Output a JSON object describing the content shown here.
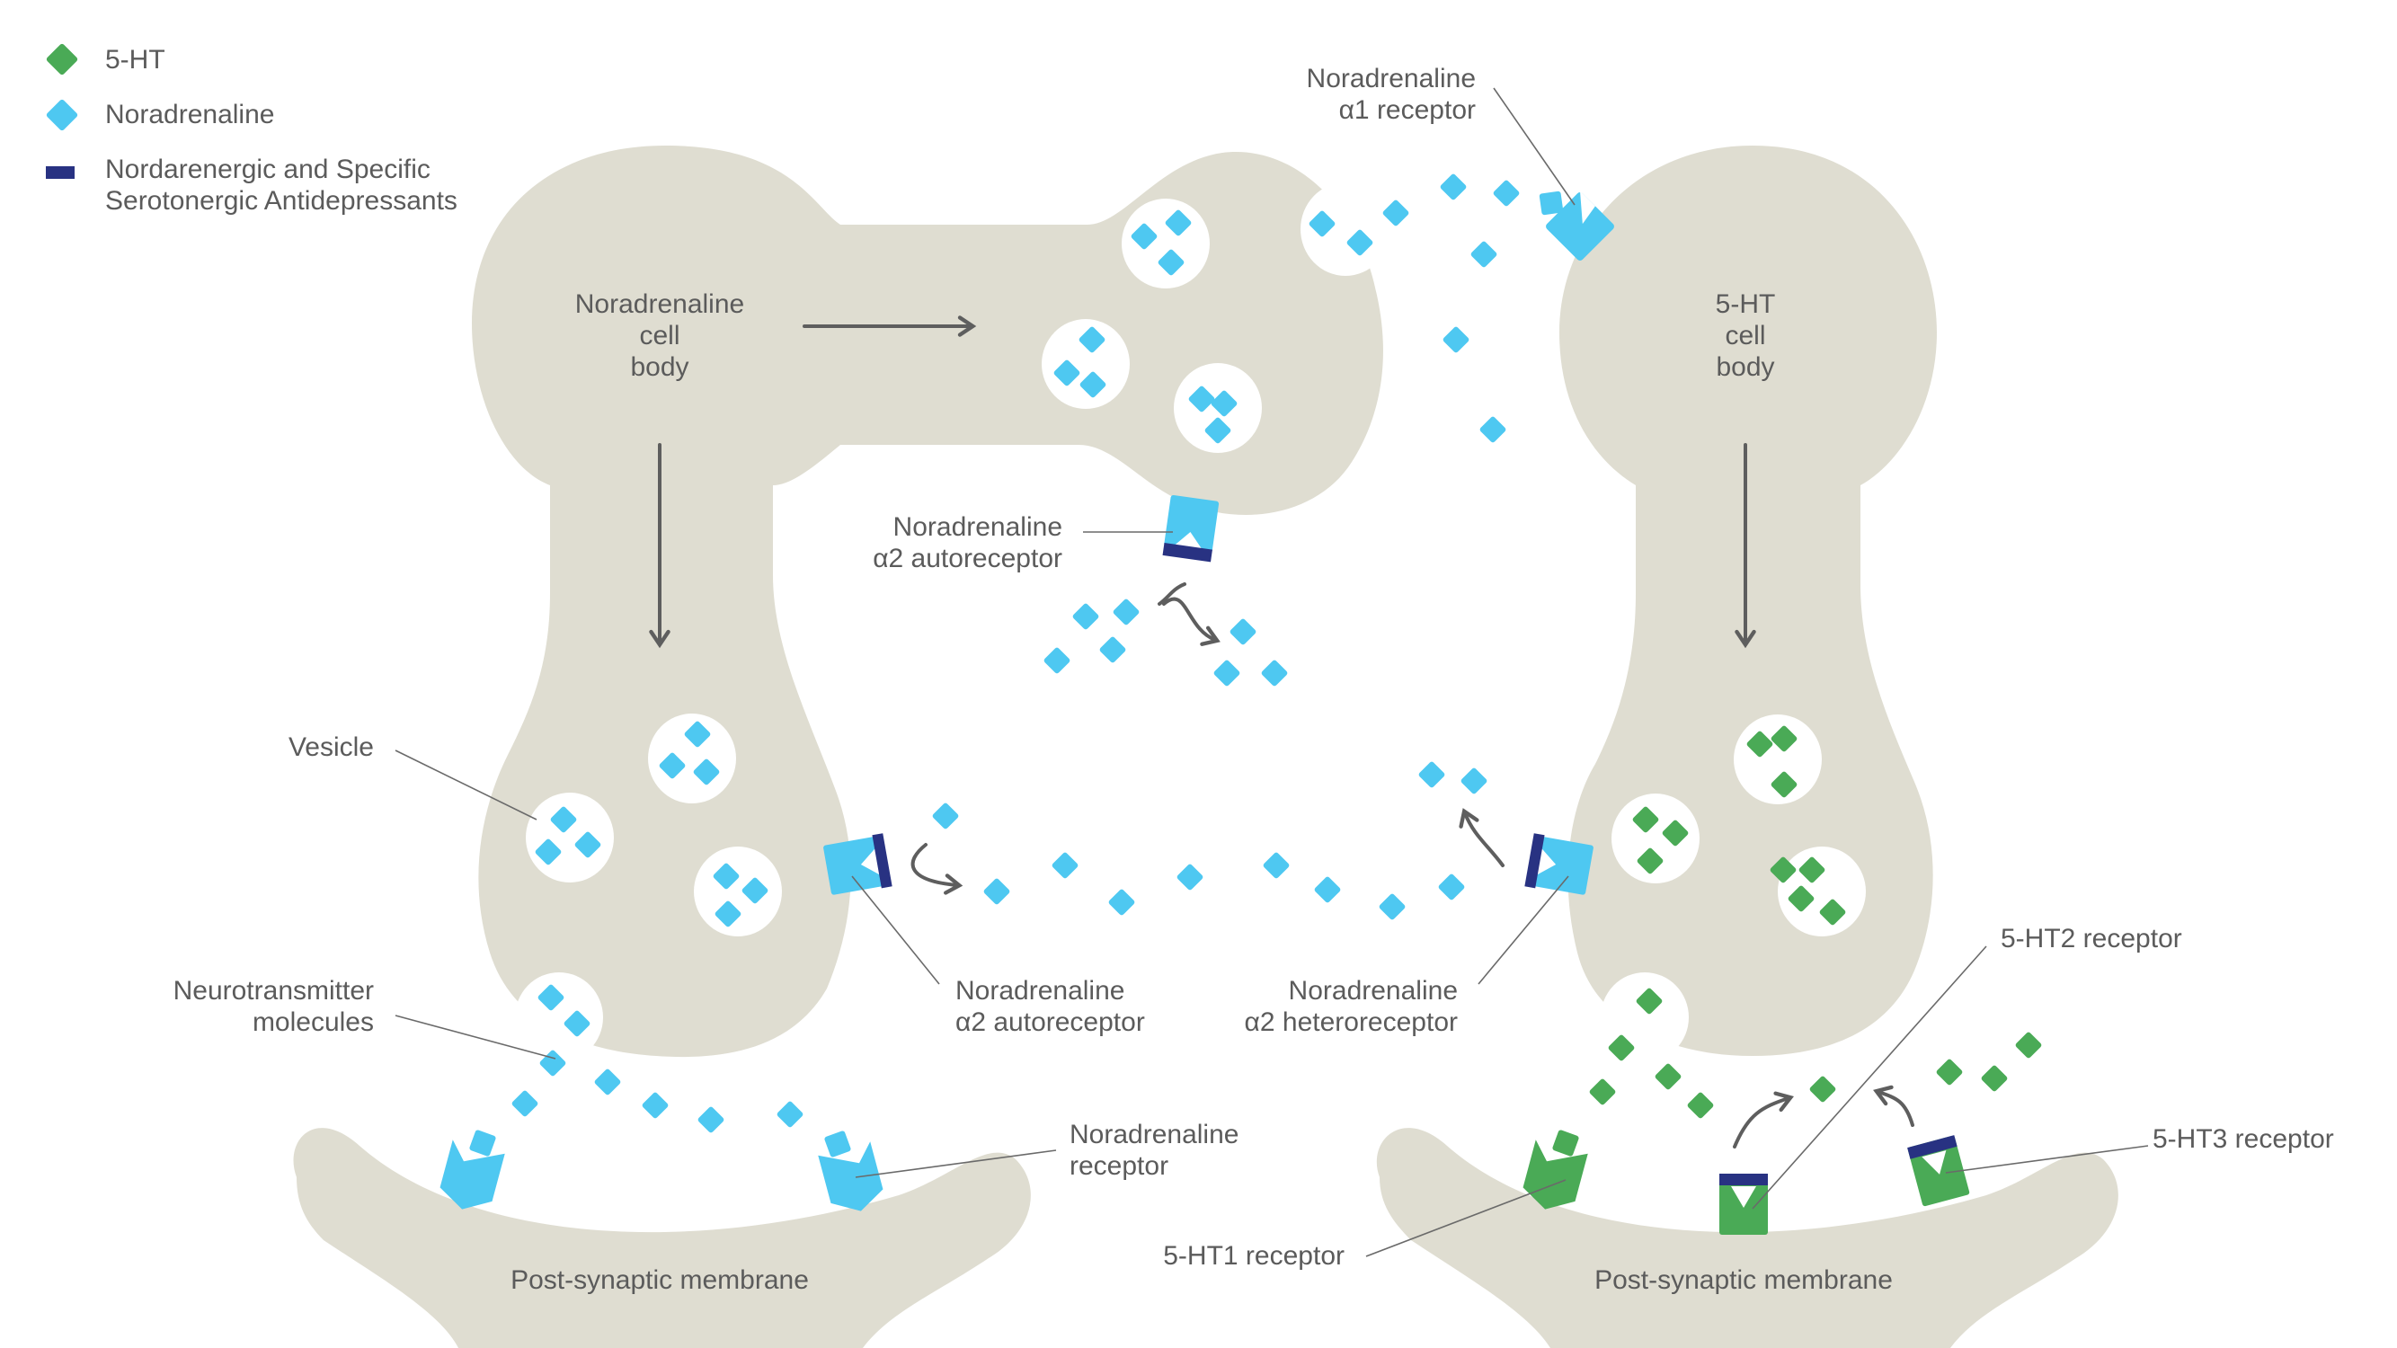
{
  "colors": {
    "cell": "#dfddd1",
    "noradrenaline": "#4ec8f1",
    "serotonin": "#4aaa56",
    "antidepressant": "#283282",
    "text": "#5b5b5b"
  },
  "legend": {
    "items": [
      {
        "label": "5-HT",
        "symbol": "green-diamond"
      },
      {
        "label": "Noradrenaline",
        "symbol": "cyan-diamond"
      },
      {
        "label_line1": "Nordarenergic and Specific",
        "label_line2": "Serotonergic Antidepressants",
        "symbol": "navy-bar"
      }
    ]
  },
  "cells": {
    "noradrenaline_body": {
      "line1": "Noradrenaline",
      "line2": "cell",
      "line3": "body"
    },
    "serotonin_body": {
      "line1": "5-HT",
      "line2": "cell",
      "line3": "body"
    },
    "post_synaptic_left": "Post-synaptic membrane",
    "post_synaptic_right": "Post-synaptic membrane"
  },
  "labels": {
    "alpha1_receptor": {
      "line1": "Noradrenaline",
      "line2": "α1 receptor"
    },
    "alpha2_auto_top": {
      "line1": "Noradrenaline",
      "line2": "α2 autoreceptor"
    },
    "vesicle": "Vesicle",
    "neurotransmitter": {
      "line1": "Neurotransmitter",
      "line2": "molecules"
    },
    "alpha2_auto_mid": {
      "line1": "Noradrenaline",
      "line2": "α2 autoreceptor"
    },
    "alpha2_hetero": {
      "line1": "Noradrenaline",
      "line2": "α2 heteroreceptor"
    },
    "na_receptor": {
      "line1": "Noradrenaline",
      "line2": "receptor"
    },
    "ht1_receptor": "5-HT1 receptor",
    "ht2_receptor": "5-HT2 receptor",
    "ht3_receptor": "5-HT3 receptor"
  }
}
